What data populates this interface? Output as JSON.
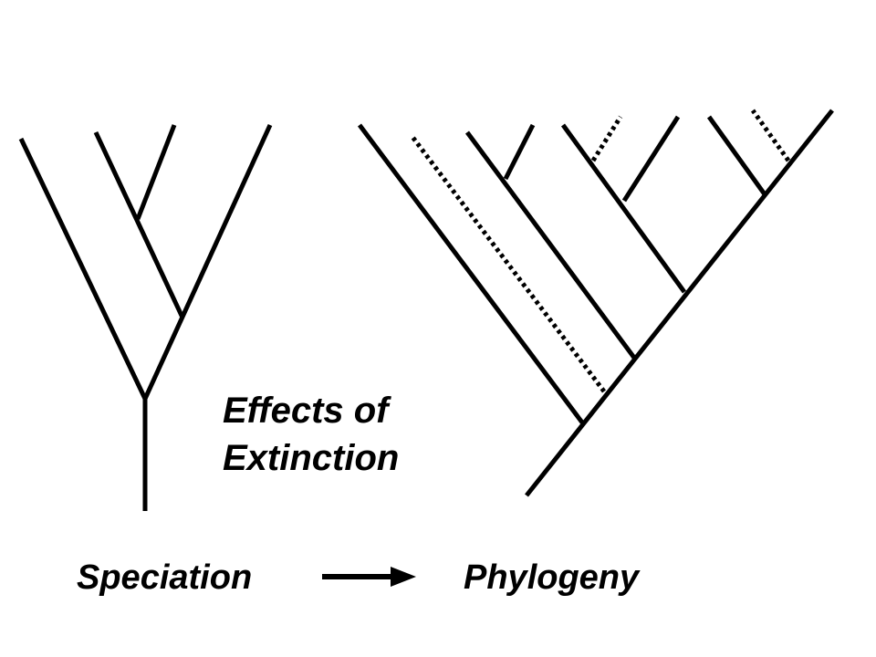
{
  "title": {
    "line1": "Effects of",
    "line2": "Extinction"
  },
  "labels": {
    "left": "Speciation",
    "right": "Phylogeny"
  },
  "colors": {
    "ink": "#000000",
    "background": "#ffffff"
  }
}
